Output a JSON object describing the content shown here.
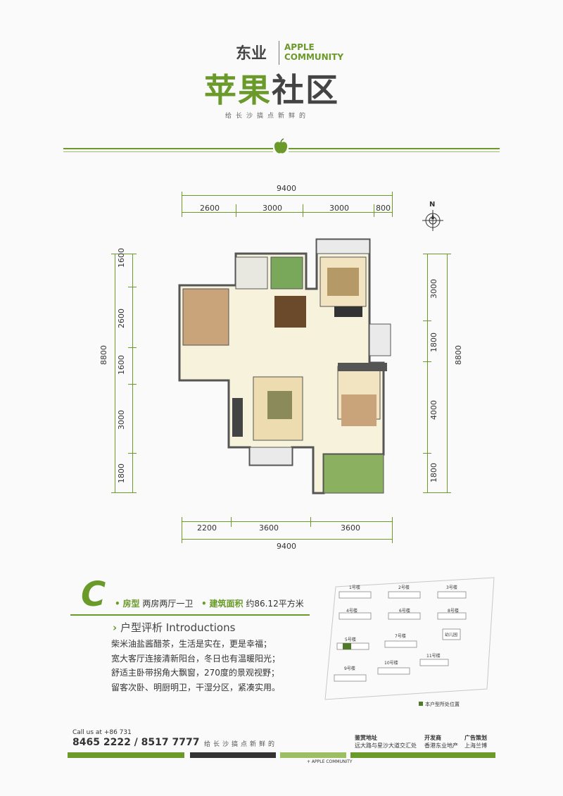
{
  "header": {
    "developer_short": "东业",
    "brand_en_line1": "APPLE",
    "brand_en_line2": "COMMUNITY",
    "brand_cn_part1": "苹果",
    "brand_cn_part2": "社区",
    "slogan": "给长沙搞点新鲜的"
  },
  "dimensions": {
    "top_total": "9400",
    "top_segments": [
      "2600",
      "3000",
      "3000",
      "800"
    ],
    "left_segments": [
      "1600",
      "2600",
      "1600",
      "3000",
      "1800"
    ],
    "left_total": "8800",
    "right_segments": [
      "3000",
      "1800",
      "4000",
      "1800"
    ],
    "right_total": "8800",
    "bottom_segments": [
      "2200",
      "3600",
      "3600"
    ],
    "bottom_total": "9400"
  },
  "compass": {
    "label": "N"
  },
  "unit": {
    "letter": "C",
    "type_label": "房型",
    "type_value": "两房两厅一卫",
    "area_label": "建筑面积",
    "area_value": "约86.12平方米"
  },
  "intro": {
    "title_cn": "户型评析",
    "title_en": "Introductions",
    "lines": [
      "柴米油盐酱醋茶，生活是实在，更是幸福；",
      "宽大客厅连接清新阳台，冬日也有温暖阳光；",
      "舒适主卧带拐角大飘窗，270度的景观视野；",
      "留客次卧、明厨明卫，干湿分区，紧凑实用。"
    ]
  },
  "sitemap": {
    "buildings": [
      "1号楼",
      "2号楼",
      "3号楼",
      "4号楼",
      "6号楼",
      "8号楼",
      "5号楼",
      "7号楼",
      "幼儿园",
      "9号楼",
      "10号楼",
      "11号楼"
    ],
    "legend": "本户型所处位置"
  },
  "footer": {
    "call_label": "Call us at  +86 731",
    "phones": "8465 2222 / 8517 7777",
    "slogan": "给长沙搞点新鲜的",
    "showroom_label": "鉴赏地址",
    "showroom_value": "远大路与星沙大道交汇处",
    "developer_label": "开发商",
    "developer_value": "香港东业地产",
    "agency_label": "广告策划",
    "agency_value": "上海兰博",
    "brand_en": "+ APPLE COMMUNITY"
  },
  "colors": {
    "accent": "#6a9a2a",
    "dark": "#333333",
    "light_green": "#9bbf62"
  }
}
